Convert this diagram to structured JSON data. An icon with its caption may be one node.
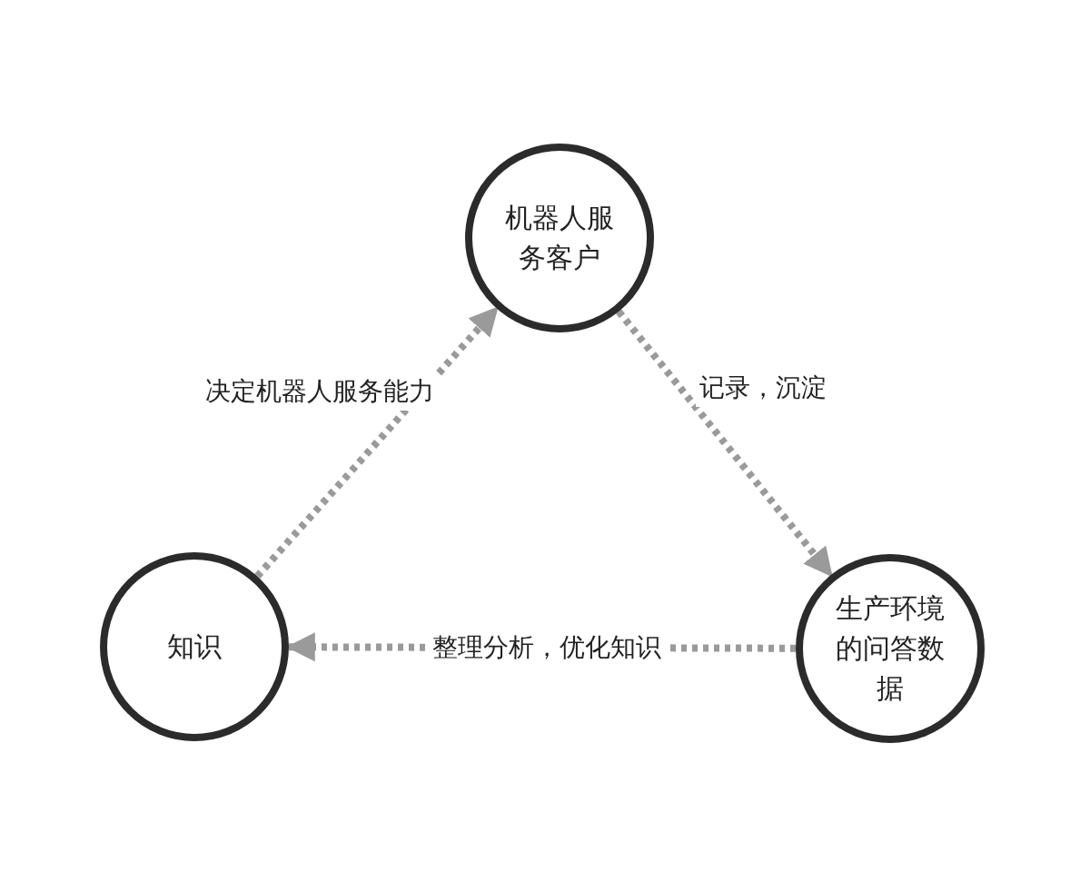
{
  "diagram": {
    "nodes": [
      {
        "text": [
          "机器人服务客户"
        ]
      },
      {
        "text": [
          "知识"
        ]
      },
      {
        "text": [
          "生产环境的问答数据"
        ]
      }
    ],
    "edges": [
      {
        "from": 1,
        "to": 0,
        "arrow": "to",
        "label": "决定机器人服务能力"
      },
      {
        "from": 0,
        "to": 2,
        "arrow": "to",
        "label": "记录，沉淀"
      },
      {
        "from": 2,
        "to": 1,
        "arrow": "to",
        "label": "整理分析，优化知识"
      }
    ]
  }
}
